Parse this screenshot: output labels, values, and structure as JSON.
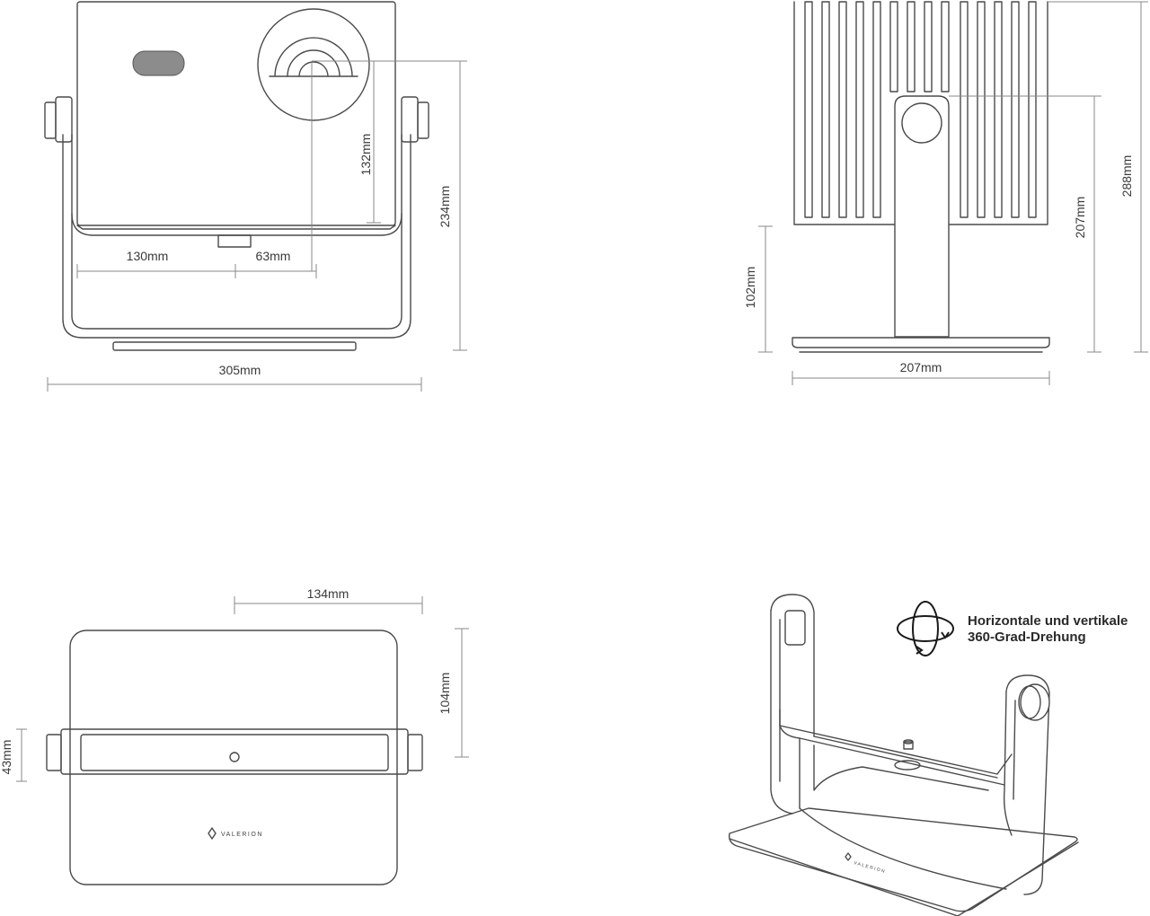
{
  "dimensions": {
    "front_width": "305mm",
    "front_height": "234mm",
    "lens_height": "132mm",
    "lens_offset_left": "130mm",
    "lens_offset_right": "63mm",
    "side_height": "288mm",
    "side_pivot_height": "207mm",
    "side_base_height": "102mm",
    "side_base_width": "207mm",
    "top_depth": "134mm",
    "top_height": "104mm",
    "top_band": "43mm"
  },
  "brand": {
    "logo_text": "VALERION",
    "logo_text_small": "VALERION"
  },
  "feature": {
    "rotation_line1": "Horizontale und vertikale",
    "rotation_line2": "360-Grad-Drehung"
  },
  "icons": {
    "rotation": "rotate-360-icon",
    "logo": "valerion-logo-icon"
  },
  "colors": {
    "line": "#4a4a4a",
    "dimension": "#8a8a8a",
    "background": "#ffffff"
  }
}
